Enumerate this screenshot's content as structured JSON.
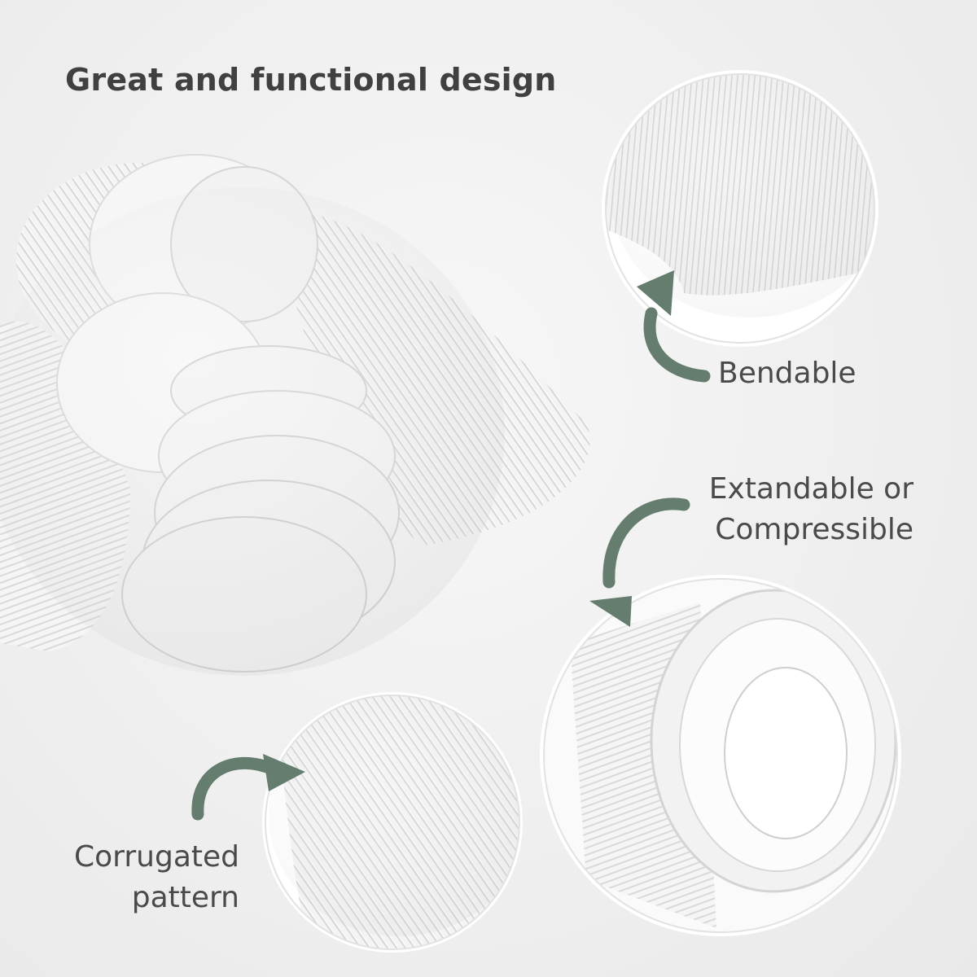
{
  "heading": "Great and functional design",
  "callouts": {
    "bendable": "Bendable",
    "extendable_line1": "Extandable or",
    "extendable_line2": "Compressible",
    "corrugated_line1": "Corrugated",
    "corrugated_line2": "pattern"
  },
  "colors": {
    "accent_arrow": "#647d6e",
    "heading_text": "#404040",
    "label_text": "#4a4a4a",
    "background": "#efefef"
  },
  "icons": [
    "curved-arrow-icon"
  ]
}
